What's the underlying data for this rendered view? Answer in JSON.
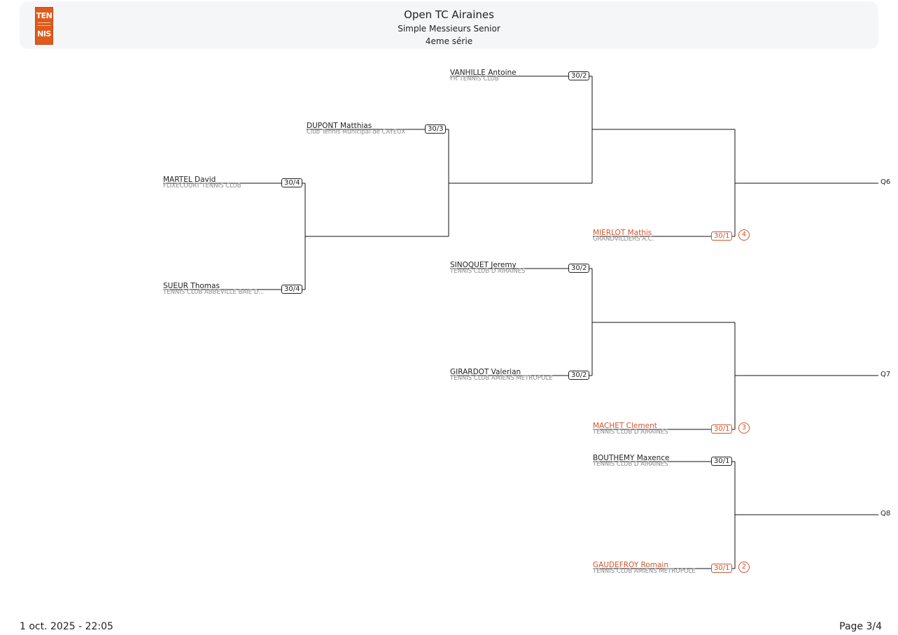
{
  "header": {
    "logo_top": "TEN",
    "logo_bottom": "NIS",
    "title": "Open TC Airaines",
    "subtitle": "Simple Messieurs Senior",
    "series": "4eme série"
  },
  "players": [
    {
      "name": "VANHILLE Antoine",
      "club": "FR TENNIS CLUB",
      "rank": "30/2",
      "seed": "",
      "seeded": false
    },
    {
      "name": "DUPONT Matthias",
      "club": "Club Tennis Municipal de CAYEUX",
      "rank": "30/3",
      "seed": "",
      "seeded": false
    },
    {
      "name": "MARTEL David",
      "club": "FLIXECOURT TENNIS CLUB",
      "rank": "30/4",
      "seed": "",
      "seeded": false
    },
    {
      "name": "SUEUR Thomas",
      "club": "TENNIS CLUB ABBEVILLE BAIE D...",
      "rank": "30/4",
      "seed": "",
      "seeded": false
    },
    {
      "name": "MIERLOT Mathis",
      "club": "GRANDVILLIERS A.C.",
      "rank": "30/1",
      "seed": "4",
      "seeded": true
    },
    {
      "name": "SINOQUET Jeremy",
      "club": "TENNIS CLUB D AIRAINES",
      "rank": "30/2",
      "seed": "",
      "seeded": false
    },
    {
      "name": "GIRARDOT Valerian",
      "club": "TENNIS CLUB AMIENS METROPOLE",
      "rank": "30/2",
      "seed": "",
      "seeded": false
    },
    {
      "name": "MACHET Clement",
      "club": "TENNIS CLUB D AIRAINES",
      "rank": "30/1",
      "seed": "3",
      "seeded": true
    },
    {
      "name": "BOUTHEMY Maxence",
      "club": "TENNIS CLUB D AIRAINES",
      "rank": "30/1",
      "seed": "",
      "seeded": false
    },
    {
      "name": "GAUDEFROY Romain",
      "club": "TENNIS CLUB AMIENS METROPOLE",
      "rank": "30/1",
      "seed": "2",
      "seeded": true
    }
  ],
  "qualifiers": [
    "Q6",
    "Q7",
    "Q8"
  ],
  "footer": {
    "date": "1 oct. 2025 - 22:05",
    "page": "Page 3/4"
  }
}
